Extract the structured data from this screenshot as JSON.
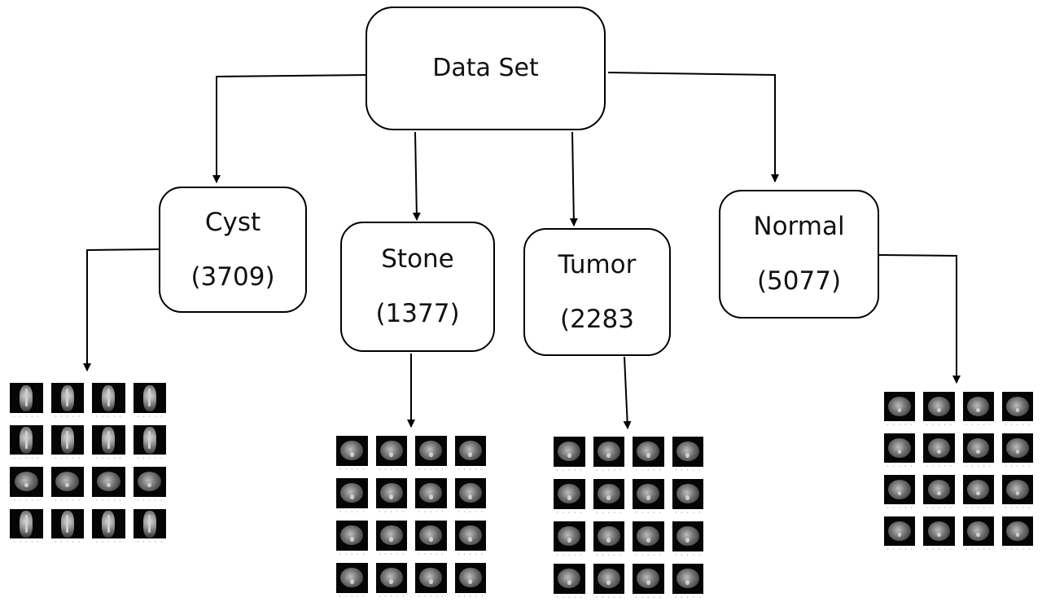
{
  "root": {
    "label": "Data Set"
  },
  "classes": [
    {
      "id": "cyst",
      "name": "Cyst",
      "count": "(3709)"
    },
    {
      "id": "stone",
      "name": "Stone",
      "count": "(1377)"
    },
    {
      "id": "tumor",
      "name": "Tumor",
      "count": "(2283"
    },
    {
      "id": "normal",
      "name": "Normal",
      "count": "(5077)"
    }
  ],
  "colors": {
    "line": "#000000",
    "thumbnail_bg": "#050505"
  }
}
